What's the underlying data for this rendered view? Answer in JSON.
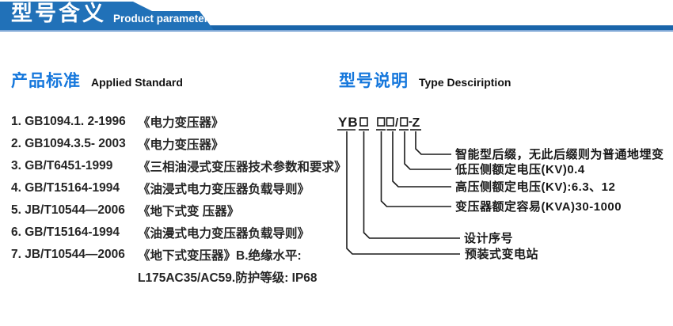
{
  "header": {
    "title_cn": "型号含义",
    "title_en": "Product parameters"
  },
  "colors": {
    "banner_blue": "#2171b8",
    "bar_blue": "#1a65aa",
    "bar_light": "#7fa8d6",
    "heading_blue": "#1577dc",
    "text_dark": "#262626"
  },
  "standards": {
    "heading_cn": "产品标准",
    "heading_en": "Applied Standard",
    "items": [
      {
        "code": "1. GB1094.1. 2-1996",
        "title": "《电力变压器》"
      },
      {
        "code": "2. GB1094.3.5- 2003",
        "title": "《电力变压器》"
      },
      {
        "code": "3. GB/T6451-1999",
        "title": "《三相油浸式变压器技术参数和要求》"
      },
      {
        "code": "4. GB/T15164-1994",
        "title": "《油浸式电力变压器负载导则》"
      },
      {
        "code": "5. JB/T10544—2006",
        "title": "《地下式变 压器》"
      },
      {
        "code": "6. GB/T15164-1994",
        "title": "《油漫式电力变压器负载导则》"
      },
      {
        "code": "7. JB/T10544—2006",
        "title": "《地下式变压器》B.绝缘水平:"
      },
      {
        "code": "",
        "title": "L175AC35/AC59.防护等级: IP68"
      }
    ]
  },
  "type_desc": {
    "heading_cn": "型号说明",
    "heading_en": "Type Desciription",
    "model": {
      "prefix": "YB",
      "slash": "/",
      "dash": "-",
      "suffix": "Z"
    },
    "labels": [
      "智能型后缀，无此后缀则为普通地埋变",
      "低压侧额定电压(KV)0.4",
      "高压侧额定电压(KV):6.3、12",
      "变压器额定容易(KVA)30-1000",
      "设计序号",
      "预装式变电站"
    ]
  }
}
